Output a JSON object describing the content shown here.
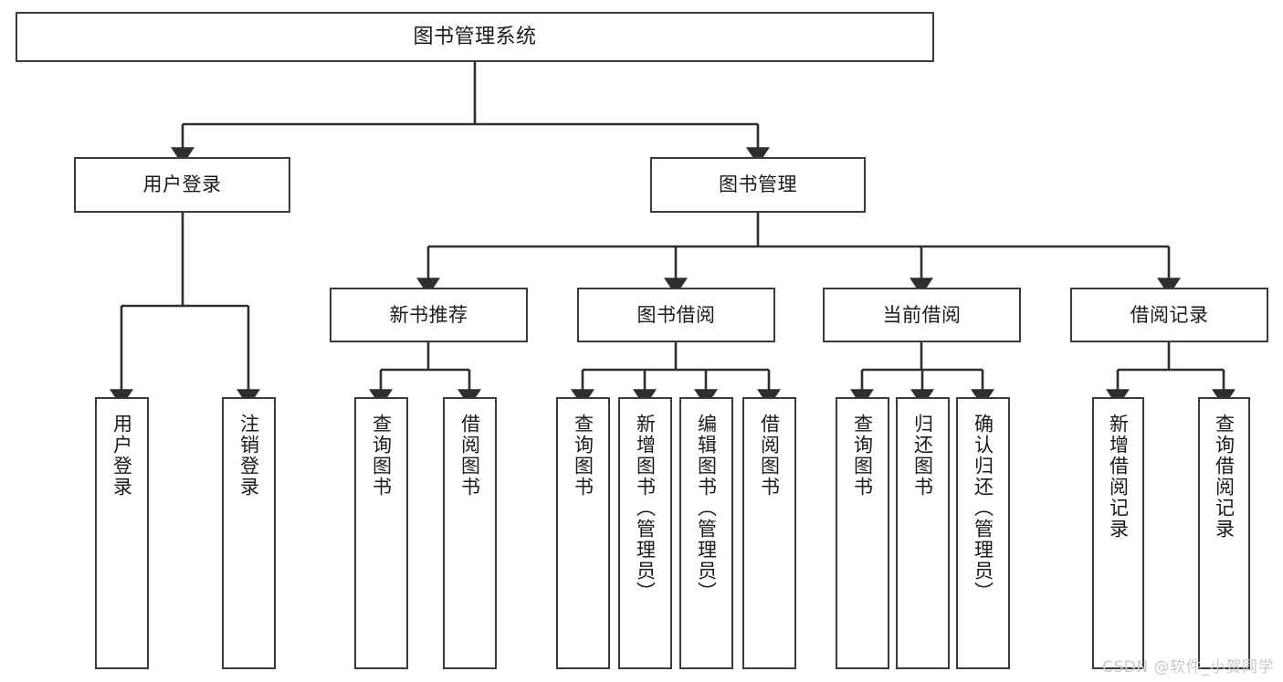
{
  "diagram": {
    "title": "图书管理系统",
    "kind": "功能结构图",
    "colors": {
      "background": "#ffffff",
      "node_border": "#3a3a3a",
      "node_fill": "#ffffff",
      "edge": "#2e2e2e",
      "text": "#1a1a1a",
      "watermark": "#c9c9c9"
    },
    "root": {
      "label": "图书管理系统"
    },
    "level2": [
      {
        "label": "用户登录"
      },
      {
        "label": "图书管理"
      }
    ],
    "level3": [
      {
        "label": "新书推荐"
      },
      {
        "label": "图书借阅"
      },
      {
        "label": "当前借阅"
      },
      {
        "label": "借阅记录"
      }
    ],
    "leaves": {
      "user_login": [
        {
          "label": "用户登录"
        },
        {
          "label": "注销登录"
        }
      ],
      "new_book_recommend": [
        {
          "label": "查询图书"
        },
        {
          "label": "借阅图书"
        }
      ],
      "book_borrow": [
        {
          "label": "查询图书"
        },
        {
          "label": "新增图书（管理员）"
        },
        {
          "label": "编辑图书（管理员）"
        },
        {
          "label": "借阅图书"
        }
      ],
      "current_borrow": [
        {
          "label": "查询图书"
        },
        {
          "label": "归还图书"
        },
        {
          "label": "确认归还（管理员）"
        }
      ],
      "borrow_record": [
        {
          "label": "新增借阅记录"
        },
        {
          "label": "查询借阅记录"
        }
      ]
    },
    "watermark": "CSDN @软件_小贺同学"
  }
}
